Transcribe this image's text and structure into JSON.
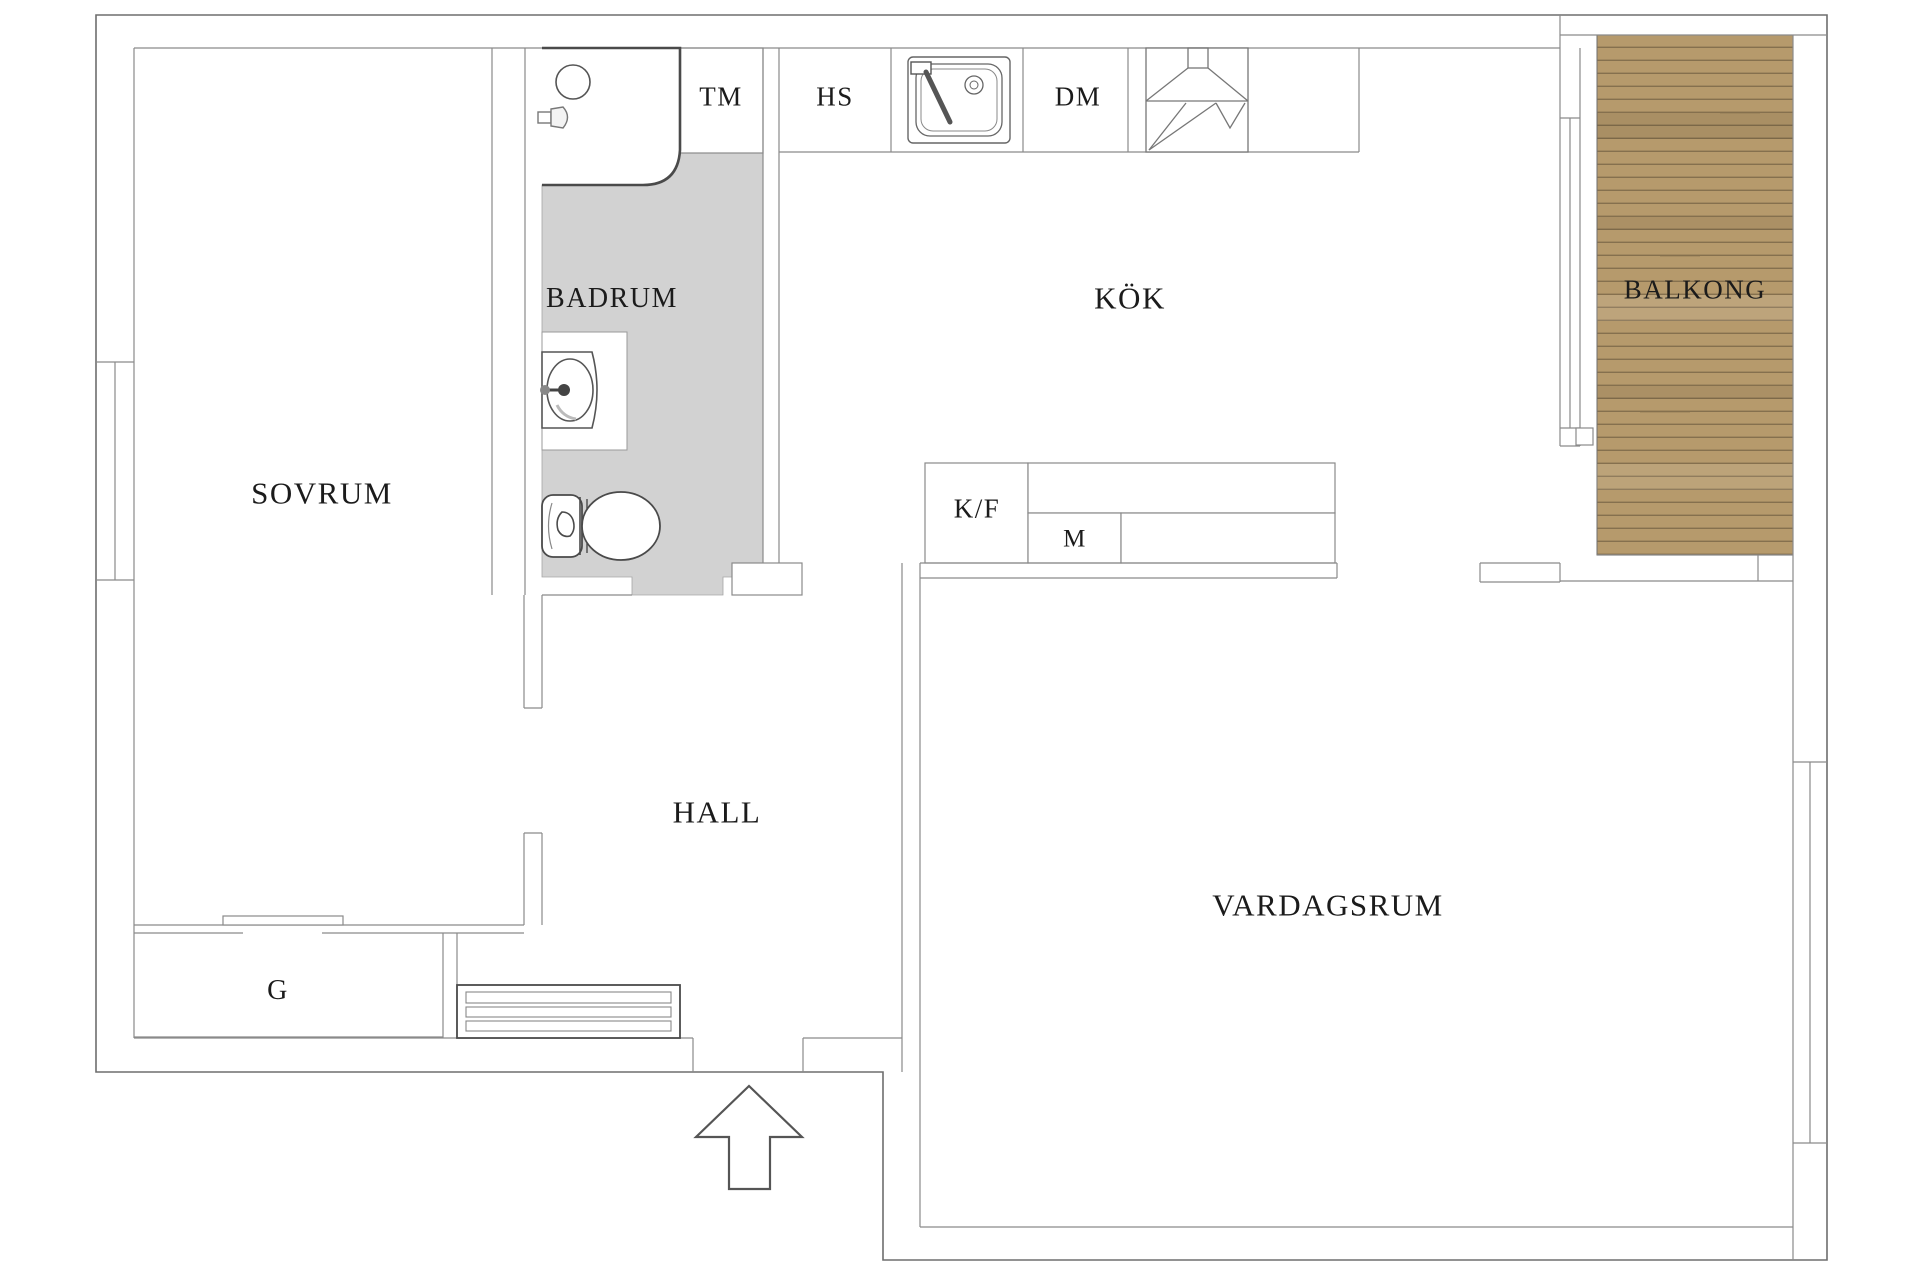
{
  "plan": {
    "type": "apartment-floor-plan",
    "labels": {
      "sovrum": "SOVRUM",
      "badrum": "BADRUM",
      "tm": "TM",
      "hs": "HS",
      "dm": "DM",
      "kok": "KÖK",
      "kf": "K/F",
      "m": "M",
      "balkong": "BALKONG",
      "hall": "HALL",
      "vardagsrum": "VARDAGSRUM",
      "g": "G"
    },
    "colors": {
      "background": "#ffffff",
      "bathroom_floor": "#d2d2d2",
      "balcony_deck": "#b69a6c",
      "balcony_plank_seam": "#85704e",
      "wall_line": "#8a8a8a",
      "outer_wall_line": "#6e6e6e",
      "fixture_line": "#4a4a4a",
      "text": "#1b1b1b"
    }
  }
}
